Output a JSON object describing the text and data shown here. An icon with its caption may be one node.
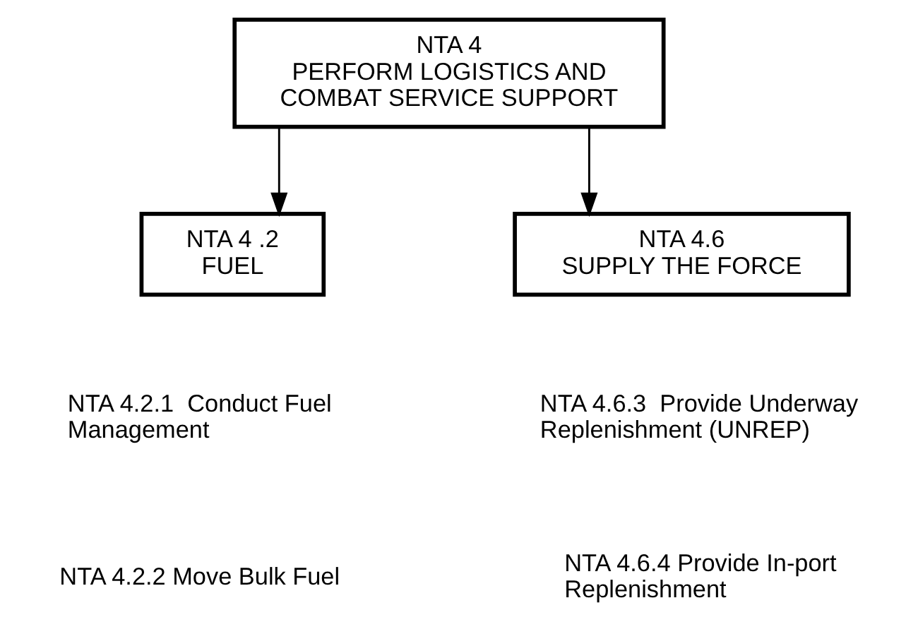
{
  "diagram": {
    "nodes": [
      {
        "text": [
          "NTA 4",
          "PERFORM LOGISTICS AND COMBAT SERVICE SUPPORT"
        ]
      },
      {
        "text": [
          "NTA 4 .2",
          "FUEL"
        ]
      },
      {
        "text": [
          "NTA 4.6",
          "SUPPLY THE FORCE"
        ]
      }
    ],
    "edges": [
      {
        "from": 0,
        "to": 1,
        "arrow": "to"
      },
      {
        "from": 0,
        "to": 2,
        "arrow": "to"
      }
    ],
    "labels": [
      "NTA 4.2.1  Conduct Fuel Management",
      "NTA 4.6.3  Provide Underway Replenishment (UNREP)",
      "NTA 4.2.2 Move Bulk Fuel",
      "NTA 4.6.4 Provide In-port Replenishment"
    ]
  }
}
